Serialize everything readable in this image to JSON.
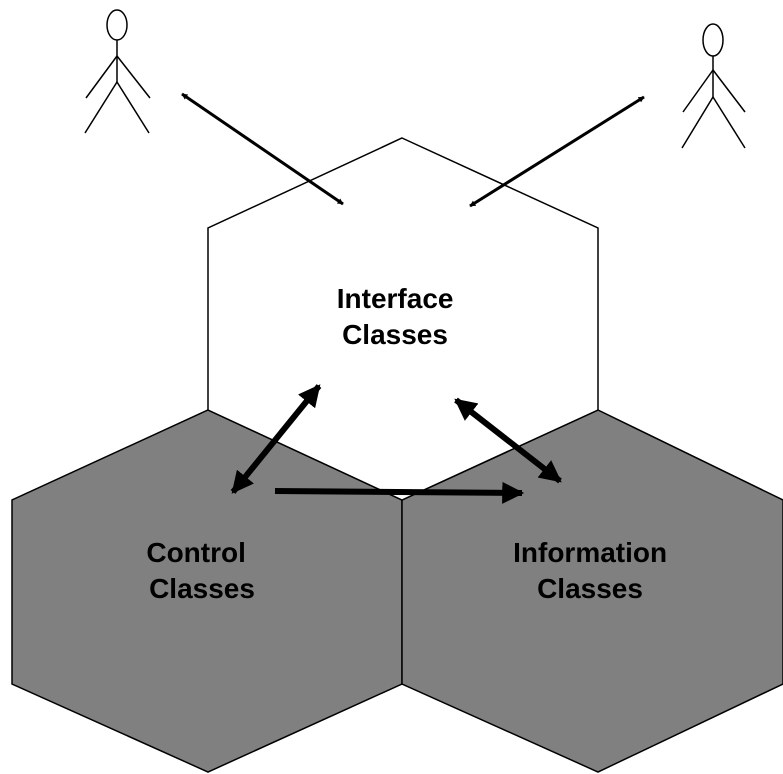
{
  "hexagons": {
    "interface": {
      "line1": "Interface",
      "line2": "Classes",
      "fill": "#ffffff"
    },
    "control": {
      "line1": "Control",
      "line2": "Classes",
      "fill": "#808080"
    },
    "information": {
      "line1": "Information",
      "line2": "Classes",
      "fill": "#808080"
    }
  },
  "actors": [
    {
      "icon": "stick-figure-actor-icon"
    },
    {
      "icon": "stick-figure-actor-icon"
    }
  ],
  "colors": {
    "stroke": "#000000",
    "background": "#ffffff",
    "dark_fill": "#808080"
  }
}
